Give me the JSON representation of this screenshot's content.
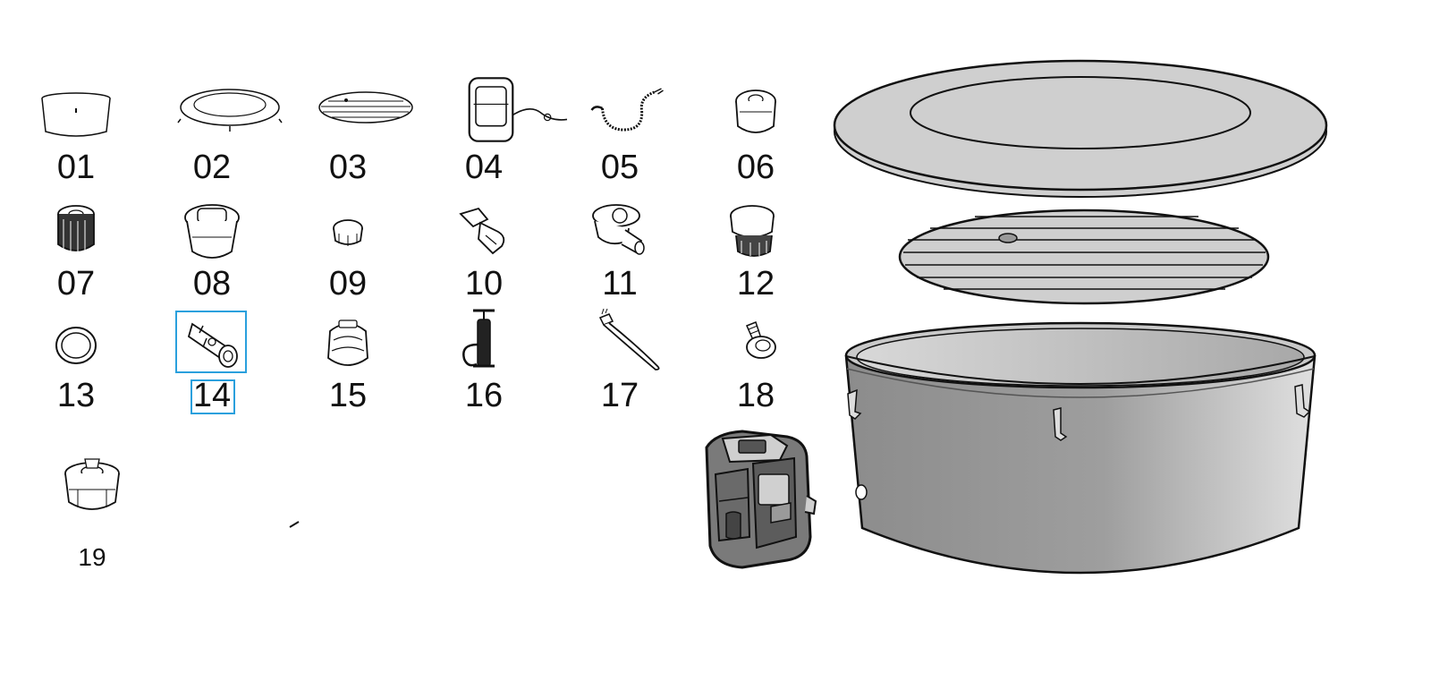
{
  "parts": [
    {
      "label": "01",
      "icon": "tub-shell-icon"
    },
    {
      "label": "02",
      "icon": "cover-icon"
    },
    {
      "label": "03",
      "icon": "floor-mat-icon"
    },
    {
      "label": "04",
      "icon": "pump-unit-icon"
    },
    {
      "label": "05",
      "icon": "hose-icon"
    },
    {
      "label": "06",
      "icon": "valve-cap-icon"
    },
    {
      "label": "07",
      "icon": "filter-cartridge-icon"
    },
    {
      "label": "08",
      "icon": "drain-valve-icon"
    },
    {
      "label": "09",
      "icon": "cap-icon"
    },
    {
      "label": "10",
      "icon": "buckle-clip-icon"
    },
    {
      "label": "11",
      "icon": "connector-fitting-icon"
    },
    {
      "label": "12",
      "icon": "threaded-connector-icon"
    },
    {
      "label": "13",
      "icon": "o-ring-icon"
    },
    {
      "label": "14",
      "icon": "adapter-nozzle-icon"
    },
    {
      "label": "15",
      "icon": "strainer-cover-icon"
    },
    {
      "label": "16",
      "icon": "hand-pump-icon"
    },
    {
      "label": "17",
      "icon": "brush-icon"
    },
    {
      "label": "18",
      "icon": "thumb-screw-icon"
    },
    {
      "label": "19",
      "icon": "inflation-valve-icon"
    }
  ],
  "highlighted": "14",
  "highlight_color": "#2aa0dd"
}
